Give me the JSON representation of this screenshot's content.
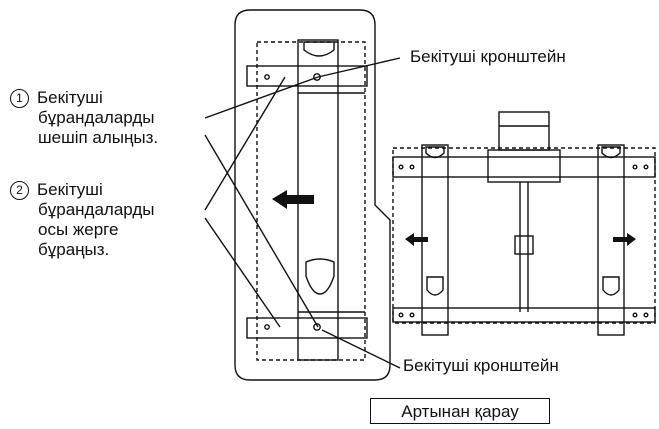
{
  "labels": {
    "bracket_top": "Бекітуші кронштейн",
    "bracket_bottom": "Бекітуші кронштейн"
  },
  "steps": [
    {
      "number": "1",
      "lines": [
        "Бекітуші",
        "бұрандаларды",
        "шешіп алыңыз."
      ]
    },
    {
      "number": "2",
      "lines": [
        "Бекітуші",
        "бұрандаларды",
        "осы жерге",
        "бұраңыз."
      ]
    }
  ],
  "caption": "Артынан қарау"
}
